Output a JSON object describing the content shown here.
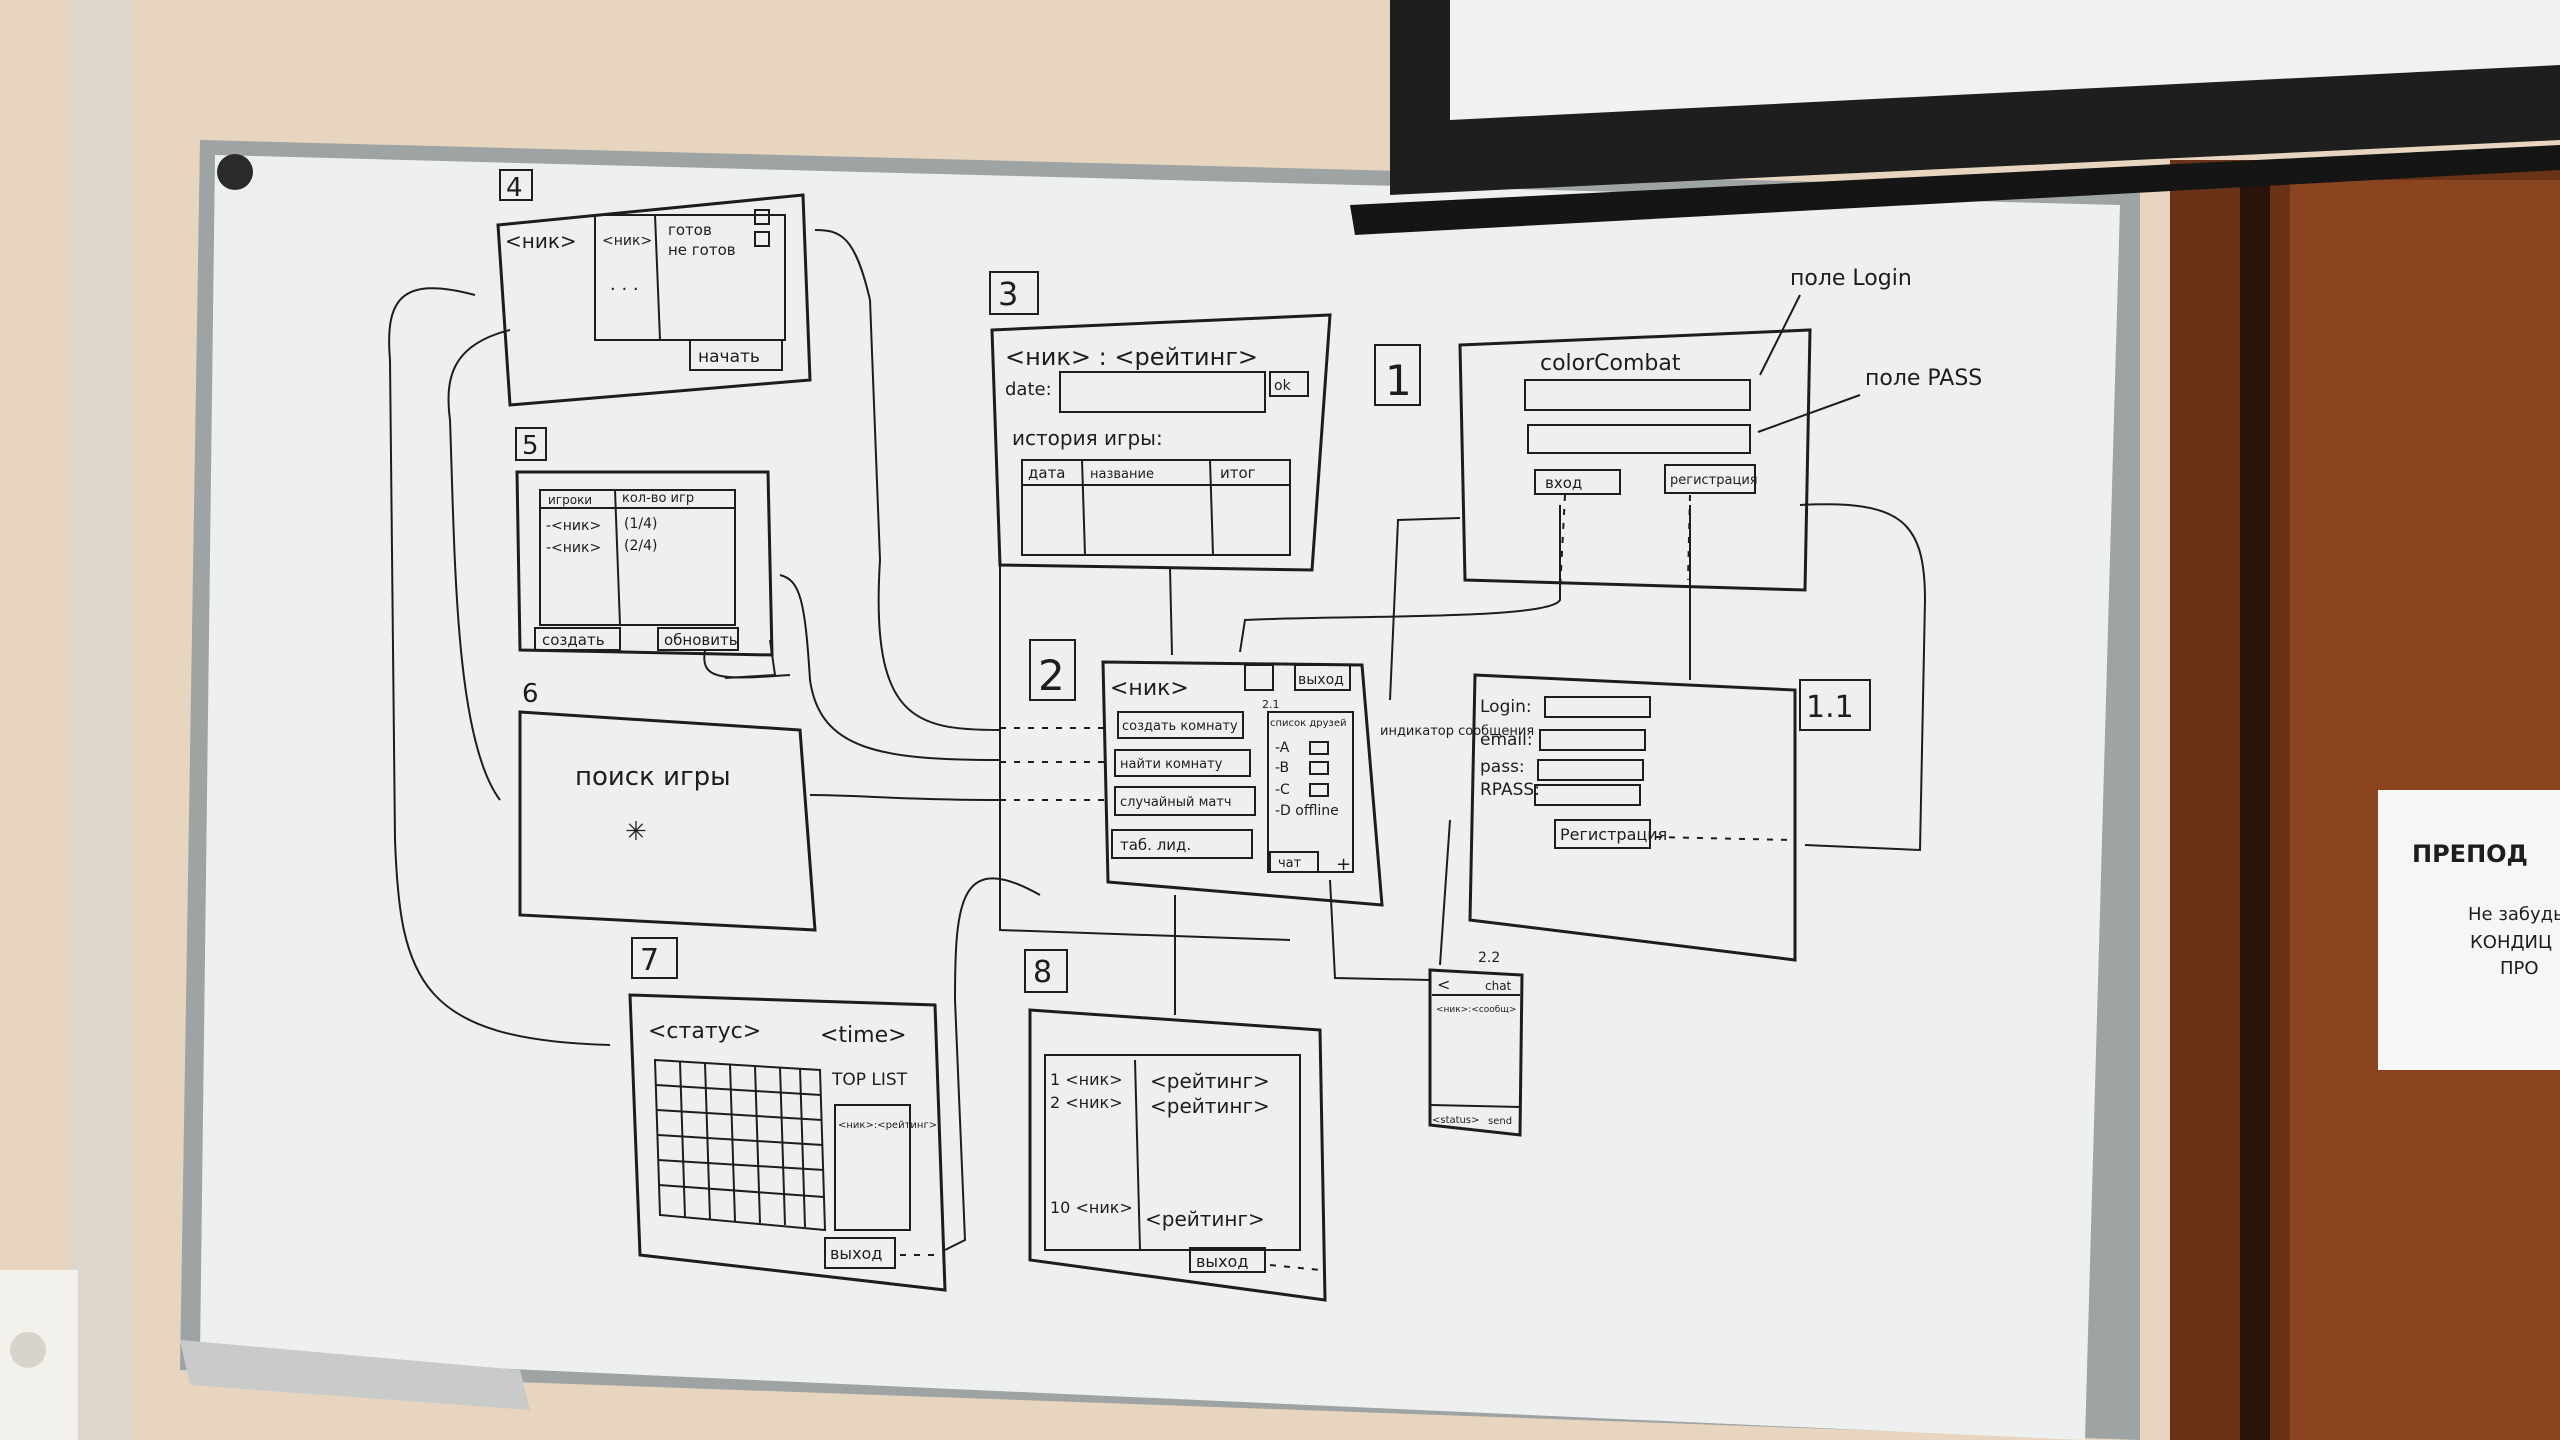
{
  "sign": {
    "title": "ПРЕПОД",
    "line1": "Не забудь",
    "line2": "КОНДИЦ",
    "line3": "ПРО"
  },
  "board": {
    "s1": {
      "num": "1",
      "title": "colorCombat",
      "login_note": "поле Login",
      "pass_note": "поле PASS",
      "btn_enter": "вход",
      "btn_register": "регистрация"
    },
    "s11": {
      "num": "1.1",
      "l1": "Login:",
      "l2": "email:",
      "l3": "pass:",
      "l4": "RPASS:",
      "btn": "Регистрация"
    },
    "s2": {
      "num": "2",
      "nick": "<ник>",
      "exit": "выход",
      "b1": "создать комнату",
      "b2": "найти комнату",
      "b3": "случайный матч",
      "b4": "таб. лид.",
      "friends": "список друзей",
      "f1": "-A",
      "f2": "-B",
      "f3": "-C",
      "f4": "-D offline",
      "chat": "чат",
      "plus": "+",
      "indicator": "индикатор сообщения",
      "sub": "2.1"
    },
    "s22": {
      "num": "2.2",
      "back": "<",
      "chat": "chat",
      "line": "<ник>:<сообщ>",
      "status": "<status>",
      "send": "send"
    },
    "s3": {
      "num": "3",
      "header": "<ник> : <рейтинг>",
      "date": "date:",
      "ok": "ok",
      "history": "история игры:",
      "c1": "дата",
      "c2": "название",
      "c3": "итог"
    },
    "s4": {
      "num": "4",
      "nick": "<ник>",
      "col1": "<ник>",
      "col2": "готов",
      "col3": "не готов",
      "dots": ". . .",
      "btn": "начать"
    },
    "s5": {
      "num": "5",
      "col1": "игроки",
      "col2": "кол-во игр",
      "r1a": "-<ник>",
      "r1b": "(1/4)",
      "r2a": "-<ник>",
      "r2b": "(2/4)",
      "btn1": "создать",
      "btn2": "обновить"
    },
    "s6": {
      "num": "6",
      "text": "поиск игры"
    },
    "s7": {
      "num": "7",
      "status": "<статус>",
      "time": "<time>",
      "toplist": "TOP LIST",
      "t1": "<ник>:<рейтинг>",
      "exit": "выход"
    },
    "s8": {
      "num": "8",
      "r1a": "1 <ник>",
      "r1b": "<рейтинг>",
      "r2a": "2 <ник>",
      "r2b": "<рейтинг>",
      "r10a": "10 <ник>",
      "r10b": "<рейтинг>",
      "exit": "выход"
    }
  }
}
